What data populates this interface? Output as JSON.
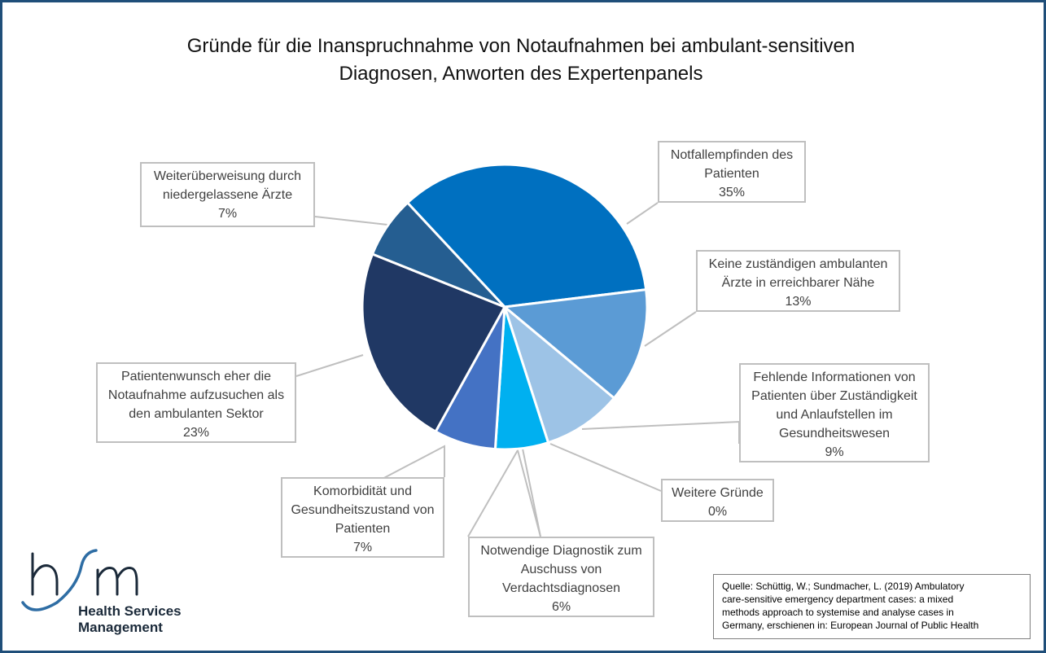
{
  "chart_data": {
    "type": "pie",
    "title": "Gründe für die Inanspruchnahme von Notaufnahmen bei ambulant-sensitiven Diagnosen, Anworten des Expertenpanels",
    "title_lines": [
      "Gründe für die Inanspruchnahme von Notaufnahmen bei ambulant-sensitiven",
      "Diagnosen, Anworten des Expertenpanels"
    ],
    "slices": [
      {
        "label": "Notfallempfinden des Patienten",
        "label_lines": [
          "Notfallempfinden des",
          "Patienten"
        ],
        "value": 35,
        "value_label": "35%",
        "color": "#0070c0"
      },
      {
        "label": "Keine zuständigen ambulanten Ärzte in erreichbarer Nähe",
        "label_lines": [
          "Keine zuständigen ambulanten",
          "Ärzte in erreichbarer Nähe"
        ],
        "value": 13,
        "value_label": "13%",
        "color": "#5b9bd5"
      },
      {
        "label": "Fehlende Informationen von Patienten über Zuständigkeit und Anlaufstellen im Gesundheitswesen",
        "label_lines": [
          "Fehlende Informationen von",
          "Patienten über Zuständigkeit",
          "und Anlaufstellen im",
          "Gesundheitswesen"
        ],
        "value": 9,
        "value_label": "9%",
        "color": "#9dc3e6"
      },
      {
        "label": "Weitere Gründe",
        "label_lines": [
          "Weitere Gründe"
        ],
        "value": 0,
        "value_label": "0%",
        "color": "#bdd7ee"
      },
      {
        "label": "Notwendige Diagnostik zum Auschuss von Verdachtsdiagnosen",
        "label_lines": [
          "Notwendige Diagnostik zum",
          "Auschuss von",
          "Verdachtsdiagnosen"
        ],
        "value": 6,
        "value_label": "6%",
        "color": "#00b0f0"
      },
      {
        "label": "Komorbidität und Gesundheitszustand von Patienten",
        "label_lines": [
          "Komorbidität und",
          "Gesundheitszustand von",
          "Patienten"
        ],
        "value": 7,
        "value_label": "7%",
        "color": "#4472c4"
      },
      {
        "label": "Patientenwunsch eher die Notaufnahme aufzusuchen als den ambulanten Sektor",
        "label_lines": [
          "Patientenwunsch eher die",
          "Notaufnahme aufzusuchen als",
          "den ambulanten Sektor"
        ],
        "value": 23,
        "value_label": "23%",
        "color": "#203864"
      },
      {
        "label": "Weiterüberweisung durch niedergelassene Ärzte",
        "label_lines": [
          "Weiterüberweisung durch",
          "niedergelassene Ärzte"
        ],
        "value": 7,
        "value_label": "7%",
        "color": "#255e91"
      }
    ]
  },
  "source": {
    "lines": [
      "Quelle: Schüttig, W.; Sundmacher, L. (2019) Ambulatory",
      "care-sensitive emergency department cases: a mixed",
      "methods approach to systemise and analyse cases in",
      "Germany, erschienen in: European Journal of Public Health"
    ]
  },
  "logo": {
    "mark": "hsm",
    "line1": "Health Services",
    "line2": "Management",
    "color": "#1b2a3a"
  }
}
